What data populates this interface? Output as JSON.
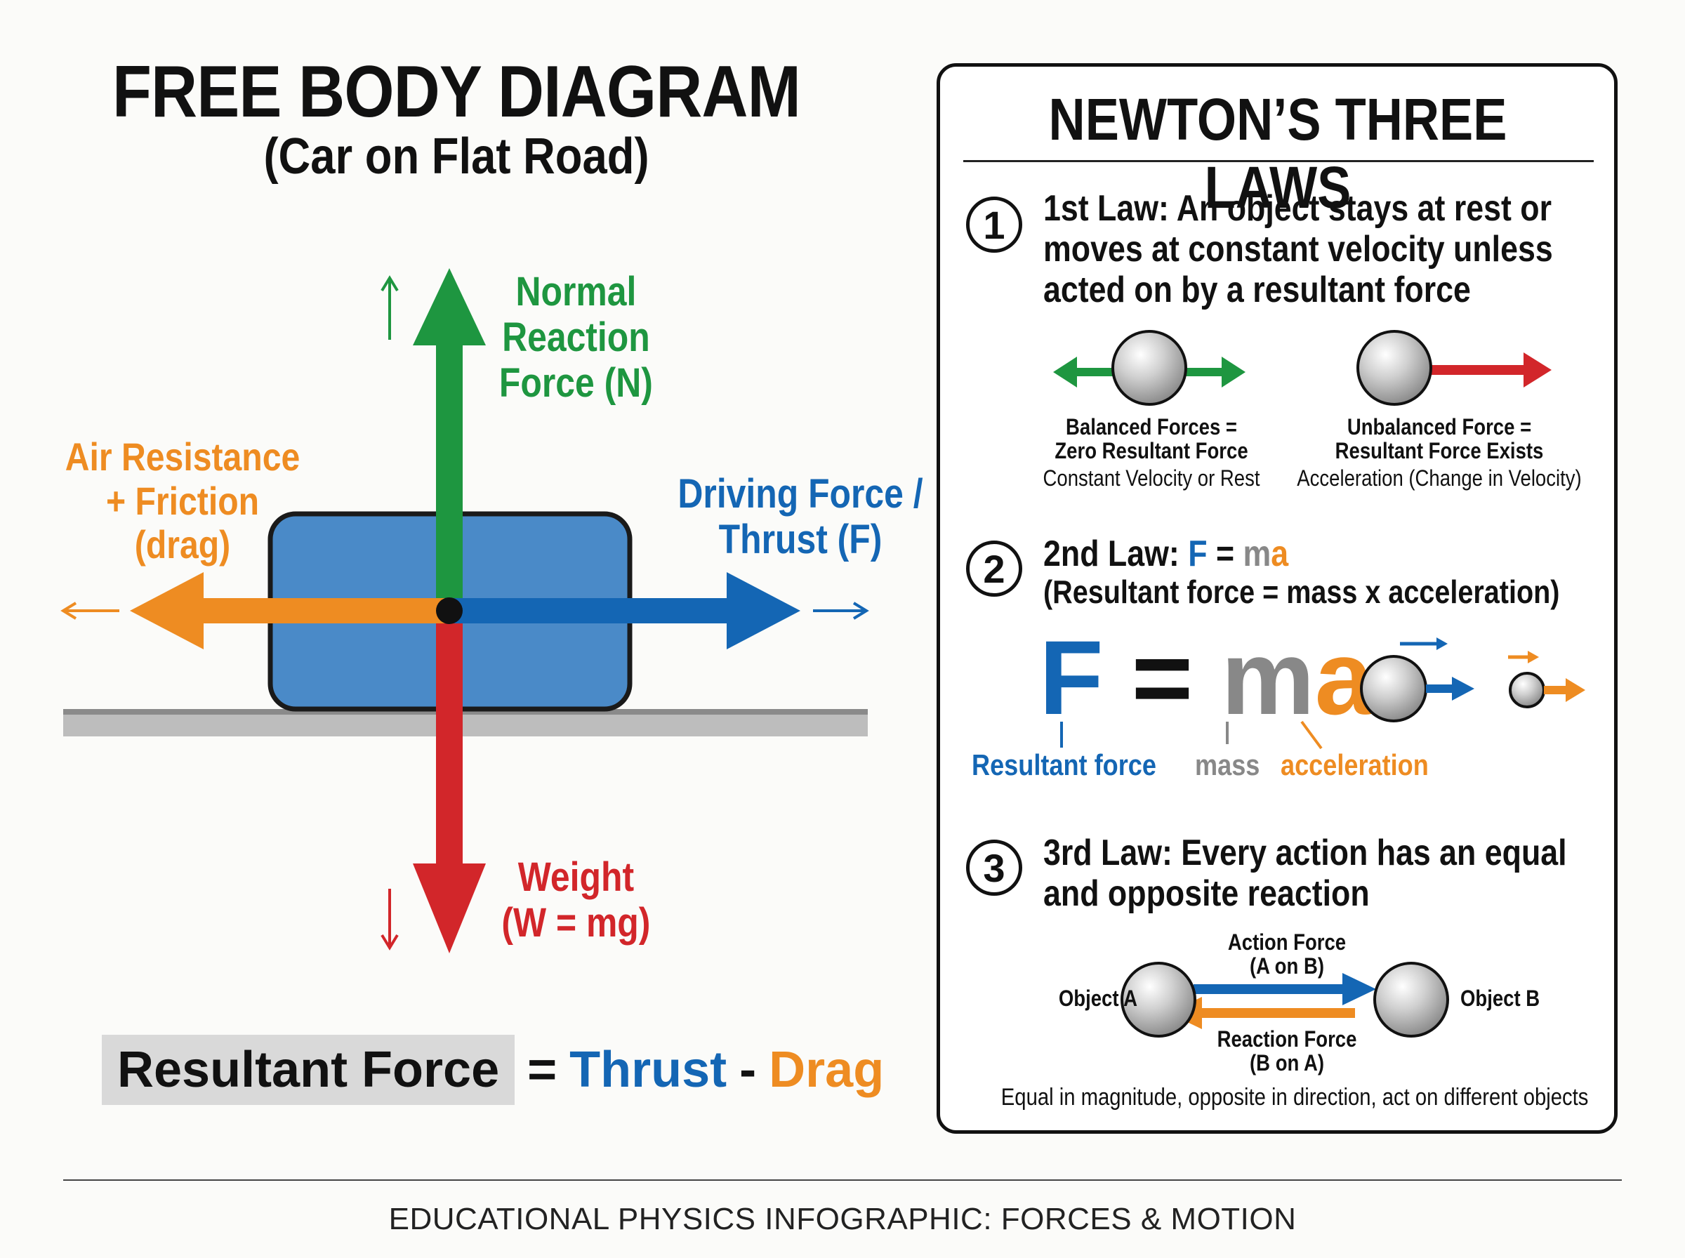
{
  "fbd": {
    "title": "FREE BODY DIAGRAM",
    "subtitle": "(Car on Flat Road)",
    "normal": {
      "line1": "Normal",
      "line2": "Reaction",
      "line3": "Force (N)"
    },
    "drag": {
      "line1": "Air Resistance",
      "line2": "+ Friction",
      "line3": "(drag)"
    },
    "thrust": {
      "line1": "Driving Force /",
      "line2": "Thrust (F)"
    },
    "weight": {
      "line1": "Weight",
      "line2": "(W = mg)"
    },
    "resultant": {
      "lhs": "Resultant Force",
      "eq": "=",
      "thrust": "Thrust",
      "minus": "-",
      "drag": "Drag"
    }
  },
  "laws": {
    "title": "NEWTON’S THREE LAWS",
    "first": {
      "number": "1",
      "line1": "1st Law: An object stays at rest or",
      "line2": "moves at constant velocity unless",
      "line3": "acted on by a resultant force",
      "balanced": {
        "line1": "Balanced Forces =",
        "line2": "Zero Resultant Force",
        "line3": "Constant Velocity or Rest"
      },
      "unbalanced": {
        "line1": "Unbalanced Force =",
        "line2": "Resultant Force Exists",
        "line3": "Acceleration (Change in Velocity)"
      }
    },
    "second": {
      "number": "2",
      "prefix": "2nd Law: ",
      "f": "F",
      "eq": " = ",
      "m": "m",
      "a": "a",
      "line2": "(Resultant force = mass x acceleration)",
      "big_f": "F",
      "big_eq": "=",
      "big_m": "m",
      "big_a": "a",
      "label_force": "Resultant force",
      "label_mass": "mass",
      "label_accel": "acceleration"
    },
    "third": {
      "number": "3",
      "line1": "3rd Law: Every action has an equal",
      "line2": "and opposite reaction",
      "object_a": "Object A",
      "object_b": "Object B",
      "action": {
        "line1": "Action Force",
        "line2": "(A on B)"
      },
      "reaction": {
        "line1": "Reaction Force",
        "line2": "(B on A)"
      },
      "note": "Equal in magnitude, opposite in direction, act on different objects"
    }
  },
  "footer": "EDUCATIONAL PHYSICS INFOGRAPHIC: FORCES & MOTION",
  "colors": {
    "green": "#1e9640",
    "orange": "#ee8c22",
    "blue": "#1466b4",
    "red": "#d2262a",
    "car": "#4a8ac8",
    "gray": "#888888"
  }
}
